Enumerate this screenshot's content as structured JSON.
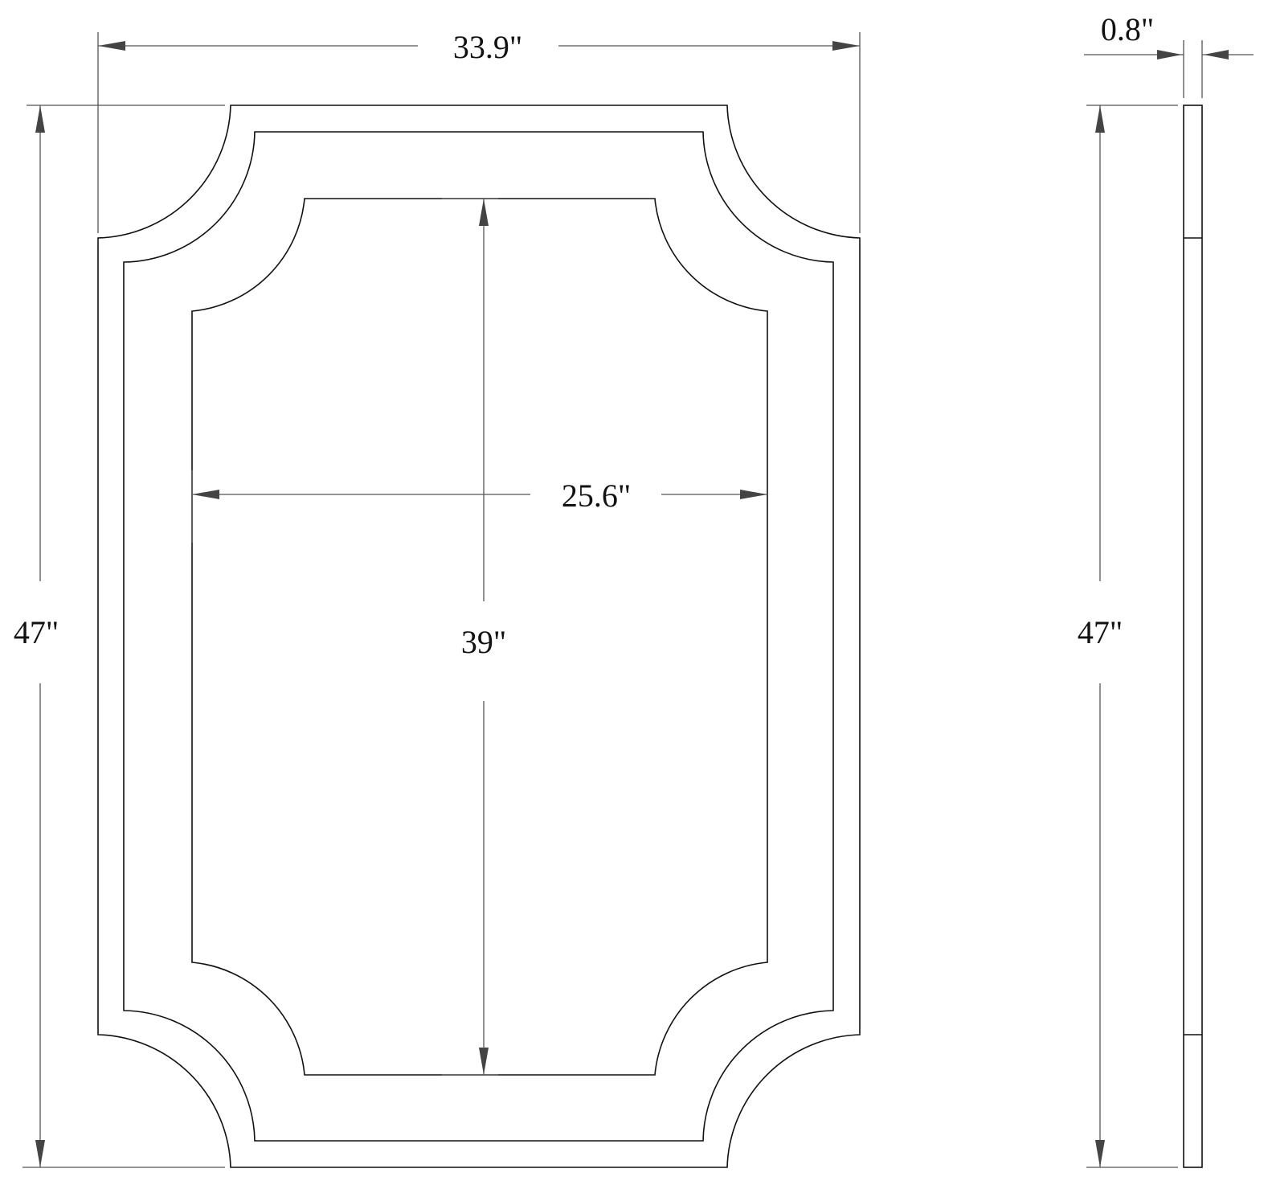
{
  "drawing": {
    "subject": "Scalloped-corner wall mirror, front and side elevation",
    "views": [
      "front-view",
      "side-view"
    ]
  },
  "dimensions": {
    "overall_width": "33.9\"",
    "overall_height_front": "47\"",
    "glass_width": "25.6\"",
    "glass_height": "39\"",
    "depth": "0.8\"",
    "overall_height_side": "47\""
  },
  "colors": {
    "line": "#111111",
    "dimension_line": "#555555",
    "arrowhead": "#444444",
    "background": "#ffffff"
  }
}
